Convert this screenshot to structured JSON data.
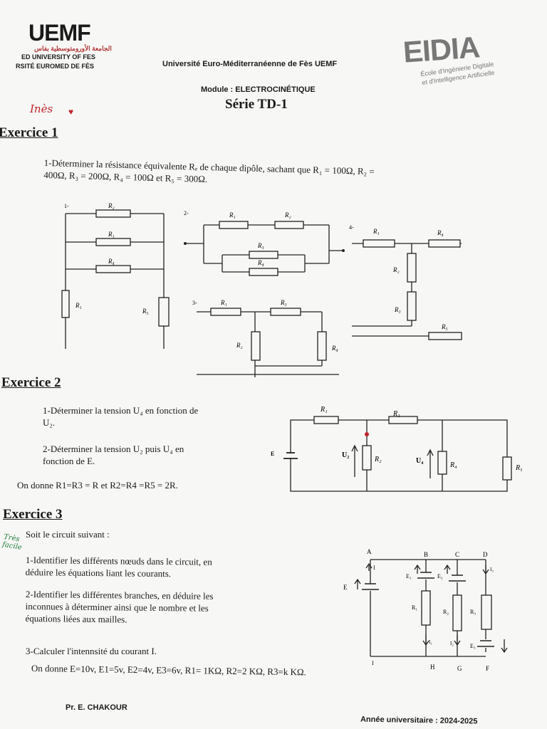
{
  "header": {
    "uemf_logo": "UEMF",
    "uemf_arabic": "الجامعة الأورومتوسطية بفاس",
    "uemf_line1": "ED UNIVERSITY OF FES",
    "uemf_line2": "RSITÉ EUROMED DE FÈS",
    "university": "Université Euro-Méditerranéenne de Fès UEMF",
    "eidia_logo": "EIDIA",
    "eidia_line1": "École d'Ingénierie Digitale",
    "eidia_line2": "et d'Intelligence Artificielle"
  },
  "module": "Module : ELECTROCINÉTIQUE",
  "series_title": "Série TD-1",
  "handwritten_name": "Inès",
  "handwritten_note": "Très facile",
  "exercise1": {
    "title": "Exercice 1",
    "line1": "1-Déterminer la résistance équivalente Rₑ de chaque dipôle, sachant que R₁ = 100Ω, R₂ =",
    "line2": "400Ω, R₃ = 200Ω, R₄ = 100Ω et R₅ = 300Ω.",
    "circuit_labels": [
      "1-",
      "2-",
      "3-",
      "4-"
    ],
    "resistors": [
      "R₁",
      "R₂",
      "R₃",
      "R₄",
      "R₅"
    ]
  },
  "exercise2": {
    "title": "Exercice 2",
    "q1_line1": "1-Déterminer la tension U₄ en fonction de",
    "q1_line2": "U₂.",
    "q2_line1": "2-Déterminer la tension U₂ puis U₄ en",
    "q2_line2": "fonction de E.",
    "given": "On donne R1=R3 = R et R2=R4 =R5 = 2R.",
    "circuit": {
      "source": "E",
      "u2": "U₂",
      "u4": "U₄",
      "r1": "R₁",
      "r2": "R₂",
      "r3": "R₃",
      "r4": "R₄",
      "r5": "R₅"
    }
  },
  "exercise3": {
    "title": "Exercice 3",
    "intro": "Soit le circuit suivant :",
    "q1_line1": "1-Identifier les différents nœuds dans le circuit, en",
    "q1_line2": "déduire les équations liant les courants.",
    "q2_line1": "2-Identifier les différentes branches, en déduire les",
    "q2_line2": "inconnues à déterminer ainsi que le nombre et les",
    "q2_line3": "équations liées aux mailles.",
    "q3": "3-Calculer l'intennsité du courant I.",
    "given": "On donne E=10v, E1=5v, E2=4v, E3=6v, R1= 1KΩ, R2=2 KΩ, R3=k KΩ.",
    "circuit": {
      "nodes_top": [
        "A",
        "B",
        "C",
        "D"
      ],
      "nodes_bottom": [
        "I",
        "H",
        "G",
        "F"
      ],
      "sources": [
        "E",
        "E₁",
        "E₂",
        "E₃"
      ],
      "resistors": [
        "R₁",
        "R₂",
        "R₃"
      ],
      "currents": [
        "I",
        "I₁",
        "I₂",
        "I₃"
      ]
    }
  },
  "footer": {
    "author": "Pr. E. CHAKOUR",
    "year": "Année universitaire : 2024-2025"
  }
}
